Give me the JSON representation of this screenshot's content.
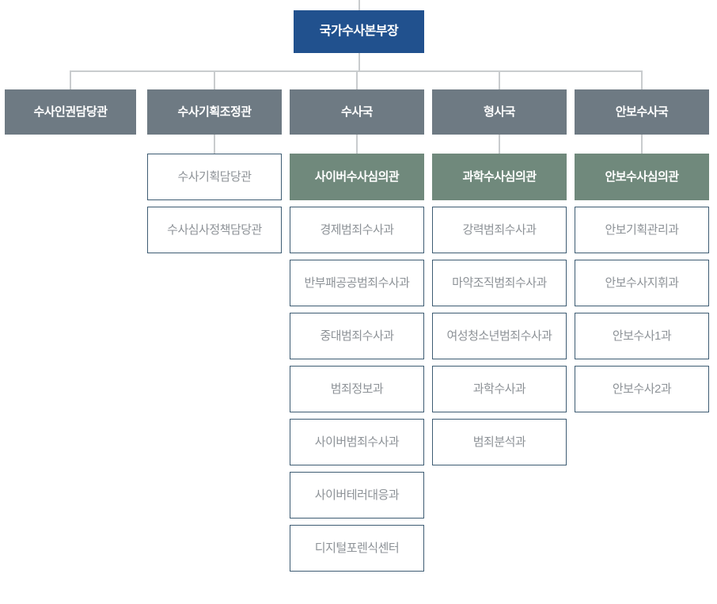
{
  "palette": {
    "root_bg": "#21518e",
    "head_bg": "#6e7a83",
    "deputy_bg": "#70897c",
    "dept_border": "#3e5c73",
    "dept_text": "#8d9297",
    "connector_line": "#c9ccce",
    "box_text_light": "#ffffff"
  },
  "root": {
    "label": "국가수사본부장"
  },
  "columns": [
    {
      "head": "수사인권담당관",
      "deputy": "",
      "children": []
    },
    {
      "head": "수사기획조정관",
      "deputy": "",
      "children": [
        "수사기획담당관",
        "수사심사정책담당관"
      ]
    },
    {
      "head": "수사국",
      "deputy": "사이버수사심의관",
      "children": [
        "경제범죄수사과",
        "반부패공공범죄수사과",
        "중대범죄수사과",
        "범죄정보과",
        "사이버범죄수사과",
        "사이버테러대응과",
        "디지털포렌식센터"
      ]
    },
    {
      "head": "형사국",
      "deputy": "과학수사심의관",
      "children": [
        "강력범죄수사과",
        "마약조직범죄수사과",
        "여성청소년범죄수사과",
        "과학수사과",
        "범죄분석과"
      ]
    },
    {
      "head": "안보수사국",
      "deputy": "안보수사심의관",
      "children": [
        "안보기획관리과",
        "안보수사지휘과",
        "안보수사1과",
        "안보수사2과"
      ]
    }
  ]
}
